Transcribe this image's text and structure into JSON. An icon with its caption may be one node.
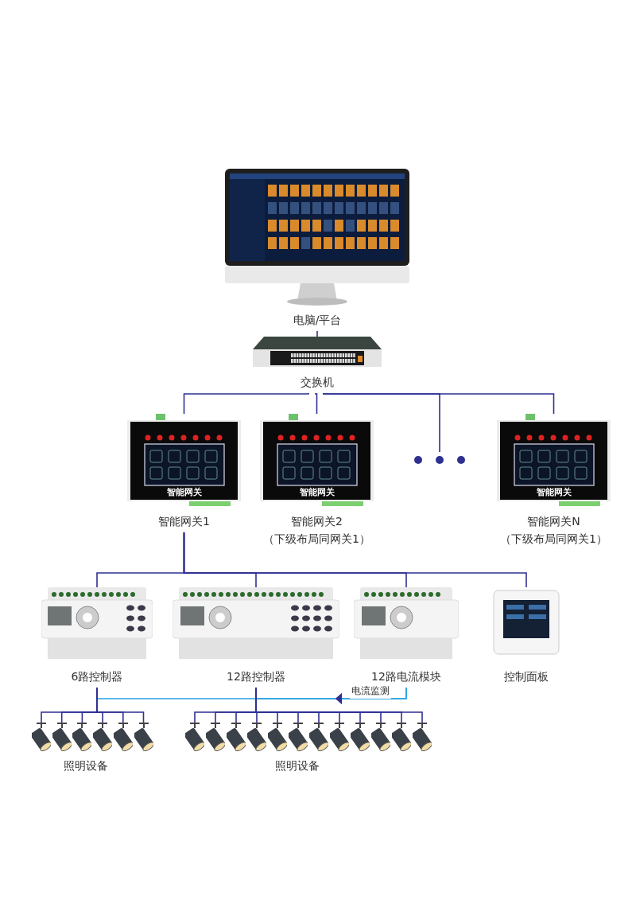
{
  "diagram": {
    "nodes": [
      {
        "text": [
          "电脑/平台"
        ]
      },
      {
        "text": [
          "交换机"
        ]
      },
      {
        "text": [
          "智能网关",
          "智能网关1"
        ]
      },
      {
        "text": [
          "智能网关",
          "智能网关2",
          "（下级布局同网关1）"
        ]
      },
      {
        "text": [],
        "shape": "dots"
      },
      {
        "text": [
          "智能网关",
          "智能网关N",
          "（下级布局同网关1）"
        ]
      },
      {
        "text": [
          "6路控制器"
        ]
      },
      {
        "text": [
          "12路控制器"
        ]
      },
      {
        "text": [
          "12路电流模块"
        ]
      },
      {
        "text": [
          "控制面板"
        ]
      },
      {
        "text": [],
        "shape": "picture"
      },
      {
        "text": [],
        "shape": "picture"
      },
      {
        "text": [],
        "shape": "picture"
      },
      {
        "text": [],
        "shape": "picture"
      },
      {
        "text": [],
        "shape": "picture"
      },
      {
        "text": [],
        "shape": "picture"
      },
      {
        "text": [],
        "shape": "picture"
      },
      {
        "text": [],
        "shape": "picture"
      },
      {
        "text": [],
        "shape": "picture"
      },
      {
        "text": [],
        "shape": "picture"
      },
      {
        "text": [],
        "shape": "picture"
      },
      {
        "text": [],
        "shape": "picture"
      },
      {
        "text": [],
        "shape": "picture"
      },
      {
        "text": [],
        "shape": "picture"
      },
      {
        "text": [],
        "shape": "picture"
      },
      {
        "text": [],
        "shape": "picture"
      },
      {
        "text": [],
        "shape": "picture"
      },
      {
        "text": [],
        "shape": "picture"
      }
    ],
    "edges": [
      {
        "from": 0,
        "to": 1,
        "arrow": "none"
      },
      {
        "from": 1,
        "to": 2,
        "arrow": "none"
      },
      {
        "from": 1,
        "to": 3,
        "arrow": "none"
      },
      {
        "from": 1,
        "to": 4,
        "arrow": "none"
      },
      {
        "from": 1,
        "to": 5,
        "arrow": "none"
      },
      {
        "from": 2,
        "to": 6,
        "arrow": "none"
      },
      {
        "from": 2,
        "to": 7,
        "arrow": "none"
      },
      {
        "from": 2,
        "to": 8,
        "arrow": "none"
      },
      {
        "from": 2,
        "to": 9,
        "arrow": "none"
      },
      {
        "from": 8,
        "to": 6,
        "arrow": "to",
        "label": "电流监测",
        "color": "#29a3e0"
      },
      {
        "from": 8,
        "to": 7,
        "arrow": "to",
        "color": "#29a3e0"
      },
      {
        "from": 6,
        "to": 10,
        "arrow": "none"
      },
      {
        "from": 6,
        "to": 11,
        "arrow": "none"
      },
      {
        "from": 6,
        "to": 12,
        "arrow": "none"
      },
      {
        "from": 6,
        "to": 13,
        "arrow": "none"
      },
      {
        "from": 6,
        "to": 14,
        "arrow": "none"
      },
      {
        "from": 6,
        "to": 15,
        "arrow": "none"
      },
      {
        "from": 7,
        "to": 16,
        "arrow": "none"
      },
      {
        "from": 7,
        "to": 17,
        "arrow": "none"
      },
      {
        "from": 7,
        "to": 18,
        "arrow": "none"
      },
      {
        "from": 7,
        "to": 19,
        "arrow": "none"
      },
      {
        "from": 7,
        "to": 20,
        "arrow": "none"
      },
      {
        "from": 7,
        "to": 21,
        "arrow": "none"
      },
      {
        "from": 7,
        "to": 22,
        "arrow": "none"
      },
      {
        "from": 7,
        "to": 23,
        "arrow": "none"
      },
      {
        "from": 7,
        "to": 24,
        "arrow": "none"
      },
      {
        "from": 7,
        "to": 25,
        "arrow": "none"
      },
      {
        "from": 7,
        "to": 26,
        "arrow": "none"
      },
      {
        "from": 7,
        "to": 27,
        "arrow": "none"
      }
    ],
    "labels": [
      "照明设备",
      "照明设备"
    ]
  }
}
